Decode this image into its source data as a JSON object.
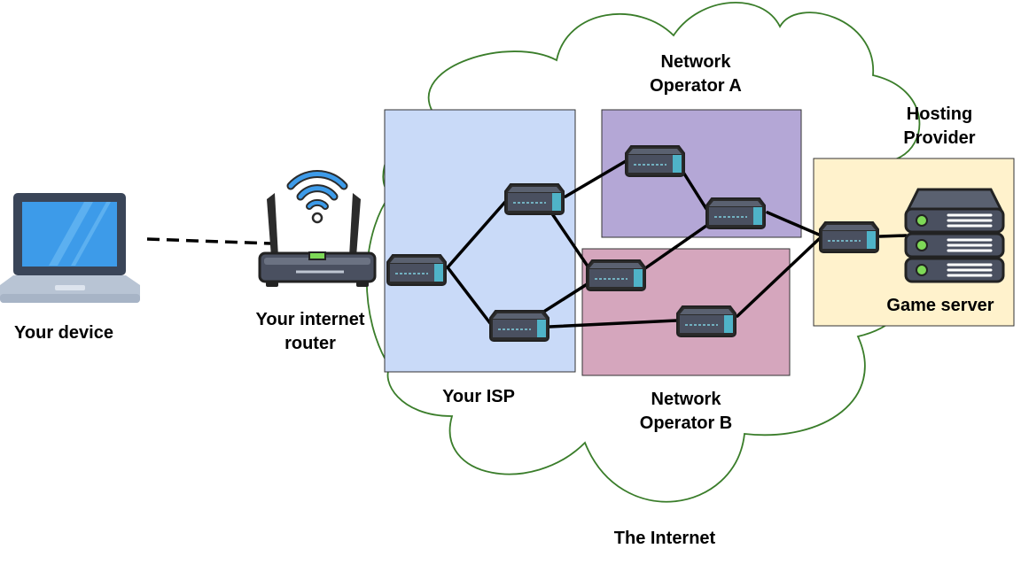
{
  "labels": {
    "device": "Your device",
    "router_line1": "Your internet",
    "router_line2": "router",
    "isp": "Your ISP",
    "operator_a_line1": "Network",
    "operator_a_line2": "Operator A",
    "operator_b_line1": "Network",
    "operator_b_line2": "Operator B",
    "hosting_line1": "Hosting",
    "hosting_line2": "Provider",
    "game_server": "Game server",
    "internet": "The Internet"
  },
  "colors": {
    "cloud_stroke": "#3a7d2a",
    "isp_fill": "#c9daf8",
    "operator_a_fill": "#b4a7d6",
    "operator_b_fill": "#d5a6bd",
    "hosting_fill": "#fff2cc",
    "device_accent": "#3d9be9",
    "router_teal": "#4fb3c8"
  },
  "icons": [
    "laptop-icon",
    "wifi-router-icon",
    "network-switch-icon",
    "server-icon"
  ]
}
